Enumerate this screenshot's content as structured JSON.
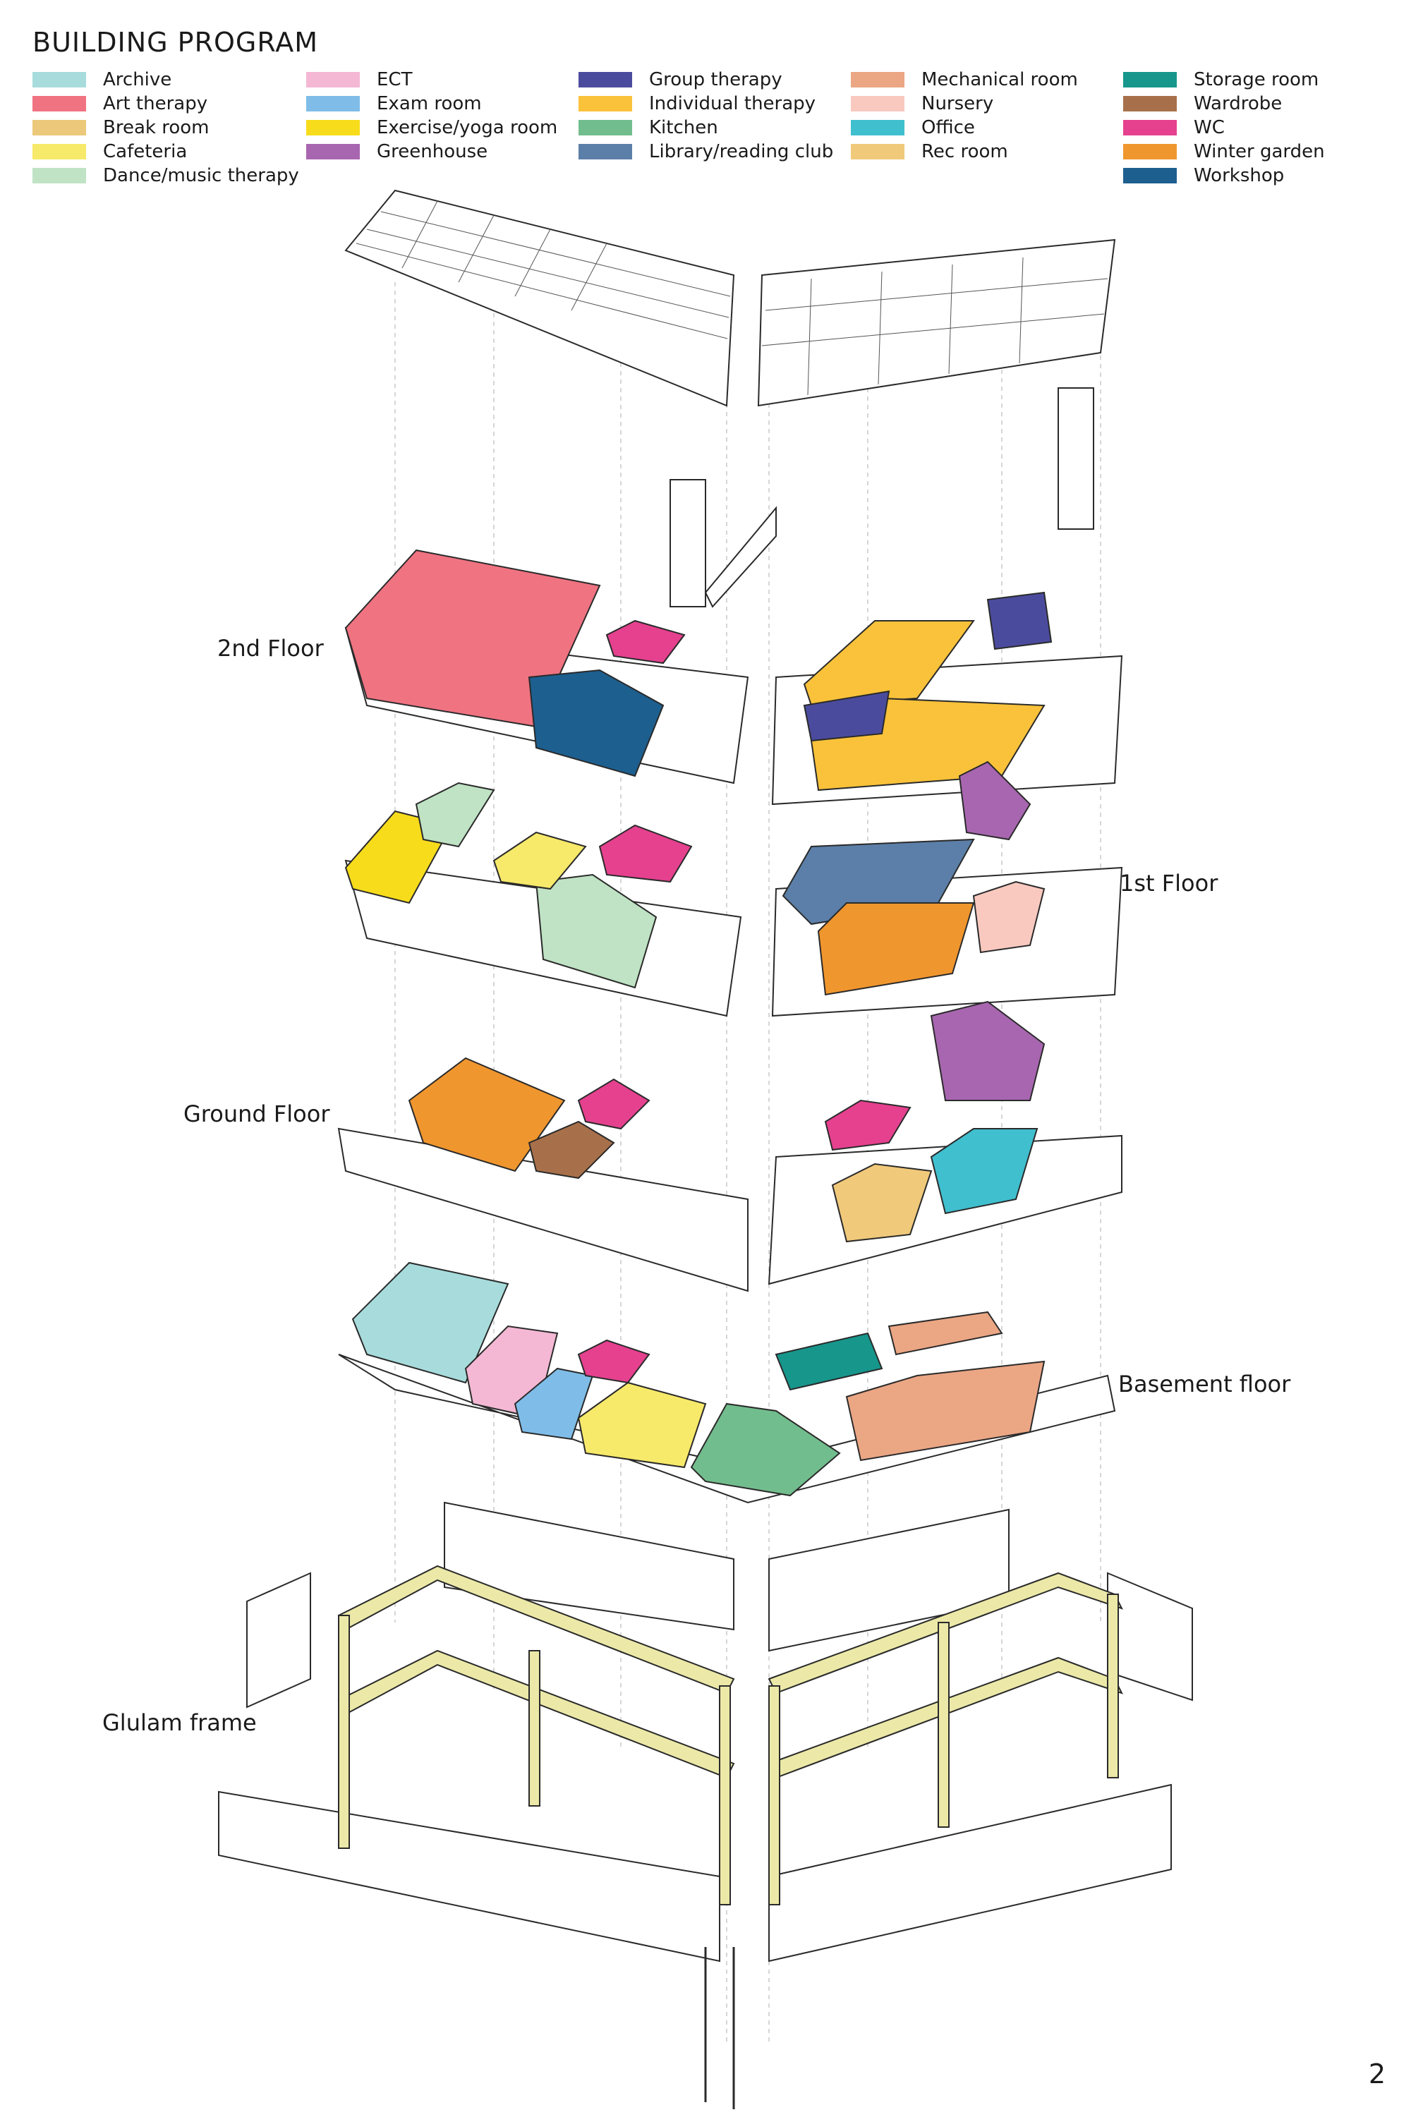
{
  "title": "BUILDING PROGRAM",
  "legend": [
    {
      "label": "Archive",
      "color": "#a8dcdc"
    },
    {
      "label": "Art therapy",
      "color": "#f07382"
    },
    {
      "label": "Break room",
      "color": "#ebc87a"
    },
    {
      "label": "Cafeteria",
      "color": "#f7e96a"
    },
    {
      "label": "Dance/music therapy",
      "color": "#bfe3c4"
    },
    {
      "label": "ECT",
      "color": "#f4b8d4"
    },
    {
      "label": "Exam room",
      "color": "#7fbde8"
    },
    {
      "label": "Exercise/yoga room",
      "color": "#f7dc1c"
    },
    {
      "label": "Greenhouse",
      "color": "#a866b0"
    },
    {
      "label": "Group therapy",
      "color": "#4b4b9e"
    },
    {
      "label": "Individual therapy",
      "color": "#f9c23a"
    },
    {
      "label": "Kitchen",
      "color": "#72bd8d"
    },
    {
      "label": "Library/reading club",
      "color": "#5b7fa8"
    },
    {
      "label": "Mechanical room",
      "color": "#eba684"
    },
    {
      "label": "Nursery",
      "color": "#f9c9c0"
    },
    {
      "label": "Office",
      "color": "#40bfcf"
    },
    {
      "label": "Rec room",
      "color": "#f0c97a"
    },
    {
      "label": "Storage room",
      "color": "#17968c"
    },
    {
      "label": "Wardrobe",
      "color": "#a8704a"
    },
    {
      "label": "WC",
      "color": "#e5418f"
    },
    {
      "label": "Winter garden",
      "color": "#f0962e"
    },
    {
      "label": "Workshop",
      "color": "#1d5f8f"
    }
  ],
  "floor_labels": {
    "second": "2nd Floor",
    "first": "1st Floor",
    "ground": "Ground Floor",
    "basement": "Basement floor",
    "glulam": "Glulam frame"
  },
  "page_number": "2",
  "colors": {
    "line": "#2a2a2a",
    "glulam": "#ece9a8",
    "guide": "#c8c8c8"
  }
}
